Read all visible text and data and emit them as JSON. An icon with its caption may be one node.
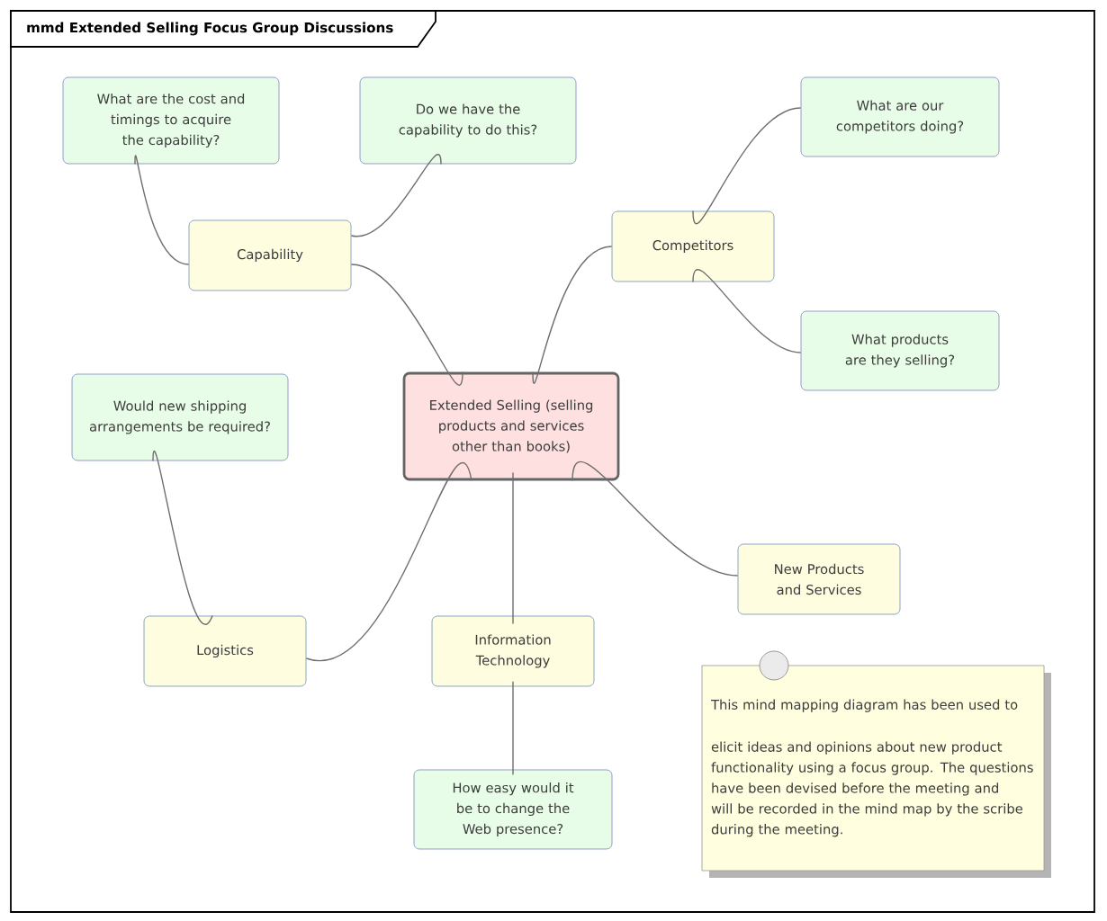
{
  "diagram": {
    "title": "mmd Extended Selling Focus Group Discussions",
    "nodes": [
      {
        "text": [
          "Capability"
        ]
      },
      {
        "text": [
          "What are the cost and timings to acquire the capability?"
        ]
      },
      {
        "text": [
          "Do we have the capability to do this?"
        ]
      },
      {
        "text": [
          "Competitors"
        ]
      },
      {
        "text": [
          "What are our competitors doing?"
        ]
      },
      {
        "text": [
          "What products are they selling?"
        ]
      },
      {
        "text": [
          "Extended Selling (selling products and services other than books)"
        ]
      },
      {
        "text": [
          "Would new shipping arrangements be required?"
        ]
      },
      {
        "text": [
          "Logistics"
        ]
      },
      {
        "text": [
          "Information Technology"
        ]
      },
      {
        "text": [
          "How easy would it be to change the Web presence?"
        ]
      },
      {
        "text": [
          "New Products and Services"
        ]
      },
      {
        "text": [
          "This mind mapping diagram has been used to elicit ideas and opinions about new product functionality using a focus group. The questions have been devised before the meeting and will be recorded in the mind map by the scribe during the meeting."
        ]
      }
    ],
    "edges": [
      {
        "from": 6,
        "to": 0,
        "arrow": "none"
      },
      {
        "from": 6,
        "to": 3,
        "arrow": "none"
      },
      {
        "from": 6,
        "to": 8,
        "arrow": "none"
      },
      {
        "from": 6,
        "to": 9,
        "arrow": "none"
      },
      {
        "from": 6,
        "to": 11,
        "arrow": "none"
      },
      {
        "from": 0,
        "to": 1,
        "arrow": "none"
      },
      {
        "from": 0,
        "to": 2,
        "arrow": "none"
      },
      {
        "from": 3,
        "to": 4,
        "arrow": "none"
      },
      {
        "from": 3,
        "to": 5,
        "arrow": "none"
      },
      {
        "from": 8,
        "to": 7,
        "arrow": "none"
      },
      {
        "from": 9,
        "to": 10,
        "arrow": "none"
      }
    ]
  }
}
